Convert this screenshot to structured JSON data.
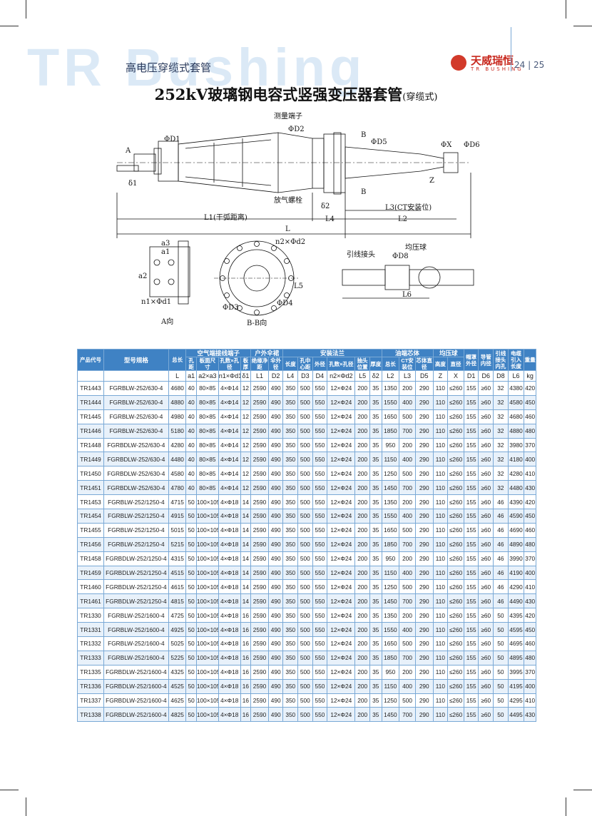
{
  "header": {
    "watermark": "TR Bushing",
    "subtitle": "高电压穿缆式套管",
    "logo_text": "天威瑞恒",
    "logo_sub": "TR BUSHING",
    "page_numbers": "24 | 25",
    "title": "252kV玻璃钢电容式竖强变压器套管",
    "title_suffix": "(穿缆式)",
    "accent_color": "#3f82c4",
    "brand_color": "#c8281e"
  },
  "drawing": {
    "labels": {
      "measure_terminal": "测量端子",
      "vent_bolt": "放气螺栓",
      "d1": "ΦD1",
      "d2": "ΦD2",
      "d5": "ΦD5",
      "x": "ΦX",
      "d6": "ΦD6",
      "a": "A",
      "b_top": "B",
      "b_bottom": "B",
      "z": "Z",
      "delta1": "δ1",
      "delta2": "δ2",
      "l1": "L1(干弧距离)",
      "l4": "L4",
      "l3": "L3(CT安装位)",
      "l2": "L2",
      "l": "L",
      "a3": "a3",
      "a1": "a1",
      "a2": "a2",
      "d1_holes": "n1×Φd1",
      "a_view": "A向",
      "n2d2": "n2×Φd2",
      "l5": "L5",
      "d3": "ΦD3",
      "d4": "ΦD4",
      "bb_view": "B-B向",
      "lead_head": "引线接头",
      "shield_ball": "均压球",
      "d8": "ΦD8",
      "l6": "L6"
    }
  },
  "table": {
    "headers": {
      "code": "产品代号",
      "model": "型号规格",
      "total_len": "总长",
      "air_terminal": "空气端接线端子",
      "hole_dist": "孔距",
      "plate_size": "板面尺寸",
      "hole_count": "孔数×孔径",
      "plate_thick": "板厚",
      "umbrella": "户外伞裙",
      "insul_dist": "绝缘净距",
      "umb_od": "伞外径",
      "flange": "安装法兰",
      "len": "长度",
      "hole_center": "孔中心距",
      "outer_d": "外径",
      "holes2": "孔数×孔径",
      "tap_pos": "抽头位置",
      "thickness": "厚度",
      "oil_core": "油端芯体",
      "oil_total": "总长",
      "ct_len": "CT安装位",
      "core_d": "芯体直径",
      "shield": "均压球",
      "height": "高度",
      "diameter": "直径",
      "cap_od": "帽罩外径",
      "tube_id": "导管内径",
      "cable_hole": "引线接头内孔",
      "cable_len": "电缆引入长度",
      "weight": "重量"
    },
    "symbols": [
      "L",
      "a1",
      "a2×a3",
      "n1×Φd1",
      "δ1",
      "L1",
      "D2",
      "L4",
      "D3",
      "D4",
      "n2×Φd2",
      "L5",
      "δ2",
      "L2",
      "L3",
      "D5",
      "Z",
      "X",
      "D1",
      "D6",
      "D8",
      "L6",
      "kg"
    ],
    "rows": [
      [
        "TR1443",
        "FGRBLW-252/630-4",
        "4680",
        "40",
        "80×85",
        "4×Φ14",
        "12",
        "2590",
        "490",
        "350",
        "500",
        "550",
        "12×Φ24",
        "200",
        "35",
        "1350",
        "200",
        "290",
        "110",
        "≤260",
        "155",
        "≥60",
        "32",
        "4380",
        "420"
      ],
      [
        "TR1444",
        "FGRBLW-252/630-4",
        "4880",
        "40",
        "80×85",
        "4×Φ14",
        "12",
        "2590",
        "490",
        "350",
        "500",
        "550",
        "12×Φ24",
        "200",
        "35",
        "1550",
        "400",
        "290",
        "110",
        "≤260",
        "155",
        "≥60",
        "32",
        "4580",
        "450"
      ],
      [
        "TR1445",
        "FGRBLW-252/630-4",
        "4980",
        "40",
        "80×85",
        "4×Φ14",
        "12",
        "2590",
        "490",
        "350",
        "500",
        "550",
        "12×Φ24",
        "200",
        "35",
        "1650",
        "500",
        "290",
        "110",
        "≤260",
        "155",
        "≥60",
        "32",
        "4680",
        "460"
      ],
      [
        "TR1446",
        "FGRBLW-252/630-4",
        "5180",
        "40",
        "80×85",
        "4×Φ14",
        "12",
        "2590",
        "490",
        "350",
        "500",
        "550",
        "12×Φ24",
        "200",
        "35",
        "1850",
        "700",
        "290",
        "110",
        "≤260",
        "155",
        "≥60",
        "32",
        "4880",
        "480"
      ],
      [
        "TR1448",
        "FGRBDLW-252/630-4",
        "4280",
        "40",
        "80×85",
        "4×Φ14",
        "12",
        "2590",
        "490",
        "350",
        "500",
        "550",
        "12×Φ24",
        "200",
        "35",
        "950",
        "200",
        "290",
        "110",
        "≤260",
        "155",
        "≥60",
        "32",
        "3980",
        "370"
      ],
      [
        "TR1449",
        "FGRBDLW-252/630-4",
        "4480",
        "40",
        "80×85",
        "4×Φ14",
        "12",
        "2590",
        "490",
        "350",
        "500",
        "550",
        "12×Φ24",
        "200",
        "35",
        "1150",
        "400",
        "290",
        "110",
        "≤260",
        "155",
        "≥60",
        "32",
        "4180",
        "400"
      ],
      [
        "TR1450",
        "FGRBDLW-252/630-4",
        "4580",
        "40",
        "80×85",
        "4×Φ14",
        "12",
        "2590",
        "490",
        "350",
        "500",
        "550",
        "12×Φ24",
        "200",
        "35",
        "1250",
        "500",
        "290",
        "110",
        "≤260",
        "155",
        "≥60",
        "32",
        "4280",
        "410"
      ],
      [
        "TR1451",
        "FGRBDLW-252/630-4",
        "4780",
        "40",
        "80×85",
        "4×Φ14",
        "12",
        "2590",
        "490",
        "350",
        "500",
        "550",
        "12×Φ24",
        "200",
        "35",
        "1450",
        "700",
        "290",
        "110",
        "≤260",
        "155",
        "≥60",
        "32",
        "4480",
        "430"
      ],
      [
        "TR1453",
        "FGRBLW-252/1250-4",
        "4715",
        "50",
        "100×105",
        "4×Φ18",
        "14",
        "2590",
        "490",
        "350",
        "500",
        "550",
        "12×Φ24",
        "200",
        "35",
        "1350",
        "200",
        "290",
        "110",
        "≤260",
        "155",
        "≥60",
        "46",
        "4390",
        "420"
      ],
      [
        "TR1454",
        "FGRBLW-252/1250-4",
        "4915",
        "50",
        "100×105",
        "4×Φ18",
        "14",
        "2590",
        "490",
        "350",
        "500",
        "550",
        "12×Φ24",
        "200",
        "35",
        "1550",
        "400",
        "290",
        "110",
        "≤260",
        "155",
        "≥60",
        "46",
        "4590",
        "450"
      ],
      [
        "TR1455",
        "FGRBLW-252/1250-4",
        "5015",
        "50",
        "100×105",
        "4×Φ18",
        "14",
        "2590",
        "490",
        "350",
        "500",
        "550",
        "12×Φ24",
        "200",
        "35",
        "1650",
        "500",
        "290",
        "110",
        "≤260",
        "155",
        "≥60",
        "46",
        "4690",
        "460"
      ],
      [
        "TR1456",
        "FGRBLW-252/1250-4",
        "5215",
        "50",
        "100×105",
        "4×Φ18",
        "14",
        "2590",
        "490",
        "350",
        "500",
        "550",
        "12×Φ24",
        "200",
        "35",
        "1850",
        "700",
        "290",
        "110",
        "≤260",
        "155",
        "≥60",
        "46",
        "4890",
        "480"
      ],
      [
        "TR1458",
        "FGRBDLW-252/1250-4",
        "4315",
        "50",
        "100×105",
        "4×Φ18",
        "14",
        "2590",
        "490",
        "350",
        "500",
        "550",
        "12×Φ24",
        "200",
        "35",
        "950",
        "200",
        "290",
        "110",
        "≤260",
        "155",
        "≥60",
        "46",
        "3990",
        "370"
      ],
      [
        "TR1459",
        "FGRBDLW-252/1250-4",
        "4515",
        "50",
        "100×105",
        "4×Φ18",
        "14",
        "2590",
        "490",
        "350",
        "500",
        "550",
        "12×Φ24",
        "200",
        "35",
        "1150",
        "400",
        "290",
        "110",
        "≤260",
        "155",
        "≥60",
        "46",
        "4190",
        "400"
      ],
      [
        "TR1460",
        "FGRBDLW-252/1250-4",
        "4615",
        "50",
        "100×105",
        "4×Φ18",
        "14",
        "2590",
        "490",
        "350",
        "500",
        "550",
        "12×Φ24",
        "200",
        "35",
        "1250",
        "500",
        "290",
        "110",
        "≤260",
        "155",
        "≥60",
        "46",
        "4290",
        "410"
      ],
      [
        "TR1461",
        "FGRBDLW-252/1250-4",
        "4815",
        "50",
        "100×105",
        "4×Φ18",
        "14",
        "2590",
        "490",
        "350",
        "500",
        "550",
        "12×Φ24",
        "200",
        "35",
        "1450",
        "700",
        "290",
        "110",
        "≤260",
        "155",
        "≥60",
        "46",
        "4490",
        "430"
      ],
      [
        "TR1330",
        "FGRBLW-252/1600-4",
        "4725",
        "50",
        "100×105",
        "4×Φ18",
        "16",
        "2590",
        "490",
        "350",
        "500",
        "550",
        "12×Φ24",
        "200",
        "35",
        "1350",
        "200",
        "290",
        "110",
        "≤260",
        "155",
        "≥60",
        "50",
        "4395",
        "420"
      ],
      [
        "TR1331",
        "FGRBLW-252/1600-4",
        "4925",
        "50",
        "100×105",
        "4×Φ18",
        "16",
        "2590",
        "490",
        "350",
        "500",
        "550",
        "12×Φ24",
        "200",
        "35",
        "1550",
        "400",
        "290",
        "110",
        "≤260",
        "155",
        "≥60",
        "50",
        "4595",
        "450"
      ],
      [
        "TR1332",
        "FGRBLW-252/1600-4",
        "5025",
        "50",
        "100×105",
        "4×Φ18",
        "16",
        "2590",
        "490",
        "350",
        "500",
        "550",
        "12×Φ24",
        "200",
        "35",
        "1650",
        "500",
        "290",
        "110",
        "≤260",
        "155",
        "≥60",
        "50",
        "4695",
        "460"
      ],
      [
        "TR1333",
        "FGRBLW-252/1600-4",
        "5225",
        "50",
        "100×105",
        "4×Φ18",
        "16",
        "2590",
        "490",
        "350",
        "500",
        "550",
        "12×Φ24",
        "200",
        "35",
        "1850",
        "700",
        "290",
        "110",
        "≤260",
        "155",
        "≥60",
        "50",
        "4895",
        "480"
      ],
      [
        "TR1335",
        "FGRBDLW-252/1600-4",
        "4325",
        "50",
        "100×105",
        "4×Φ18",
        "16",
        "2590",
        "490",
        "350",
        "500",
        "550",
        "12×Φ24",
        "200",
        "35",
        "950",
        "200",
        "290",
        "110",
        "≤260",
        "155",
        "≥60",
        "50",
        "3995",
        "370"
      ],
      [
        "TR1336",
        "FGRBDLW-252/1600-4",
        "4525",
        "50",
        "100×105",
        "4×Φ18",
        "16",
        "2590",
        "490",
        "350",
        "500",
        "550",
        "12×Φ24",
        "200",
        "35",
        "1150",
        "400",
        "290",
        "110",
        "≤260",
        "155",
        "≥60",
        "50",
        "4195",
        "400"
      ],
      [
        "TR1337",
        "FGRBDLW-252/1600-4",
        "4625",
        "50",
        "100×105",
        "4×Φ18",
        "16",
        "2590",
        "490",
        "350",
        "500",
        "550",
        "12×Φ24",
        "200",
        "35",
        "1250",
        "500",
        "290",
        "110",
        "≤260",
        "155",
        "≥60",
        "50",
        "4295",
        "410"
      ],
      [
        "TR1338",
        "FGRBDLW-252/1600-4",
        "4825",
        "50",
        "100×105",
        "4×Φ18",
        "16",
        "2590",
        "490",
        "350",
        "500",
        "550",
        "12×Φ24",
        "200",
        "35",
        "1450",
        "700",
        "290",
        "110",
        "≤260",
        "155",
        "≥60",
        "50",
        "4495",
        "430"
      ]
    ]
  }
}
